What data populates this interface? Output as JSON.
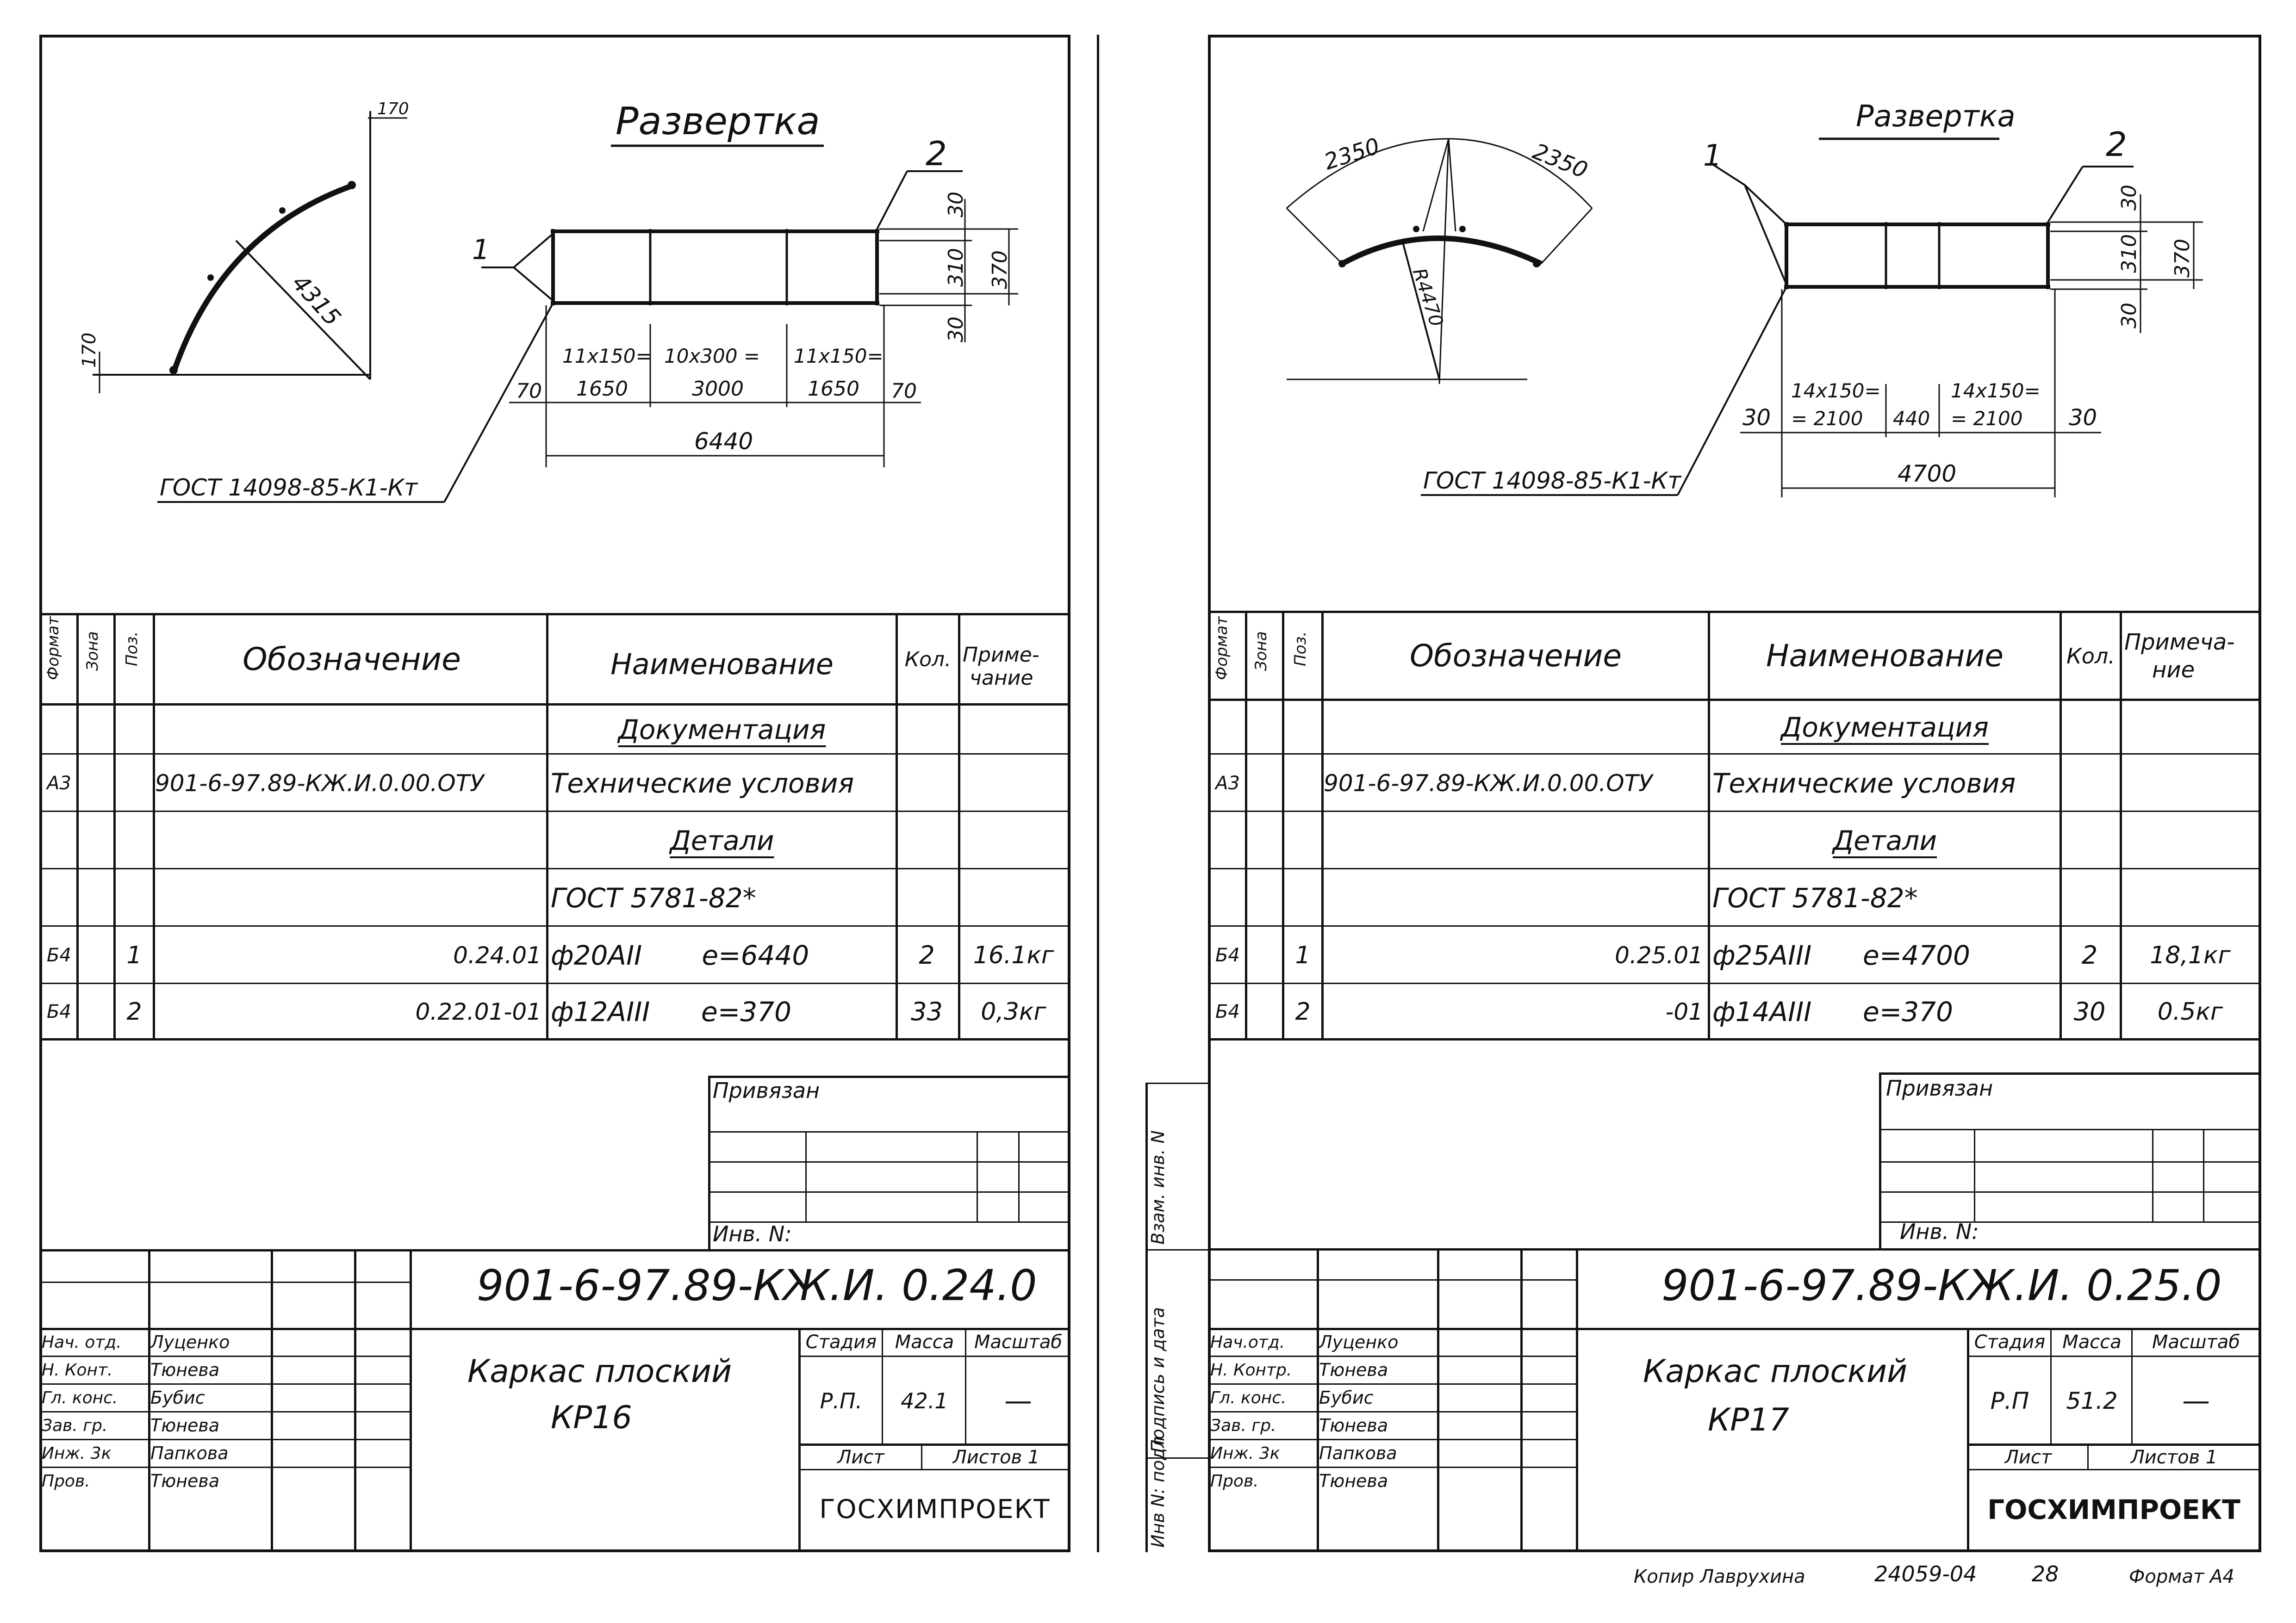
{
  "sheets": [
    {
      "drawing": {
        "title": "Развертка",
        "pos1": "1",
        "pos2": "2",
        "radius": "4315",
        "arc_top": "170",
        "arc_left": "170",
        "dim_30a": "30",
        "dim_310": "310",
        "dim_370": "370",
        "dim_30b": "30",
        "dim_70a": "70",
        "dim_70b": "70",
        "span1_top": "11x150=",
        "span1_bot": "1650",
        "span2_top": "10x300 =",
        "span2_bot": "3000",
        "span3_top": "11x150=",
        "span3_bot": "1650",
        "total": "6440",
        "weld": "ГОСТ 14098-85-К1-Кт"
      },
      "headers": {
        "format": "Формат",
        "zone": "Зона",
        "pos": "Поз.",
        "designation": "Обозначение",
        "name": "Наименование",
        "qty": "Кол.",
        "note1": "Приме-",
        "note2": "чание"
      },
      "rows": [
        {
          "fmt": "",
          "pos": "",
          "des": "",
          "name": "Документация",
          "qty": "",
          "note": "",
          "u": true
        },
        {
          "fmt": "А3",
          "pos": "",
          "des": "901-6-97.89-КЖ.И.0.00.ОТУ",
          "name": "Технические условия",
          "qty": "",
          "note": "",
          "u": false
        },
        {
          "fmt": "",
          "pos": "",
          "des": "",
          "name": "Детали",
          "qty": "",
          "note": "",
          "u": true
        },
        {
          "fmt": "",
          "pos": "",
          "des": "",
          "name": "ГОСТ 5781-82*",
          "qty": "",
          "note": "",
          "u": false
        },
        {
          "fmt": "Б4",
          "pos": "1",
          "des": "0.24.01",
          "name": "ф20АII       е=6440",
          "qty": "2",
          "note": "16.1кг",
          "u": false
        },
        {
          "fmt": "Б4",
          "pos": "2",
          "des": "0.22.01-01",
          "name": "ф12АIII      е=370",
          "qty": "33",
          "note": "0,3кг",
          "u": false
        }
      ],
      "tie": "Привязан",
      "inv": "Инв. N:",
      "code": "901-6-97.89-КЖ.И. 0.24.0",
      "title1": "Каркас плоский",
      "title2": "КР16",
      "stage_label": "Стадия",
      "mass_label": "Масса",
      "scale_label": "Масштаб",
      "stage": "Р.П.",
      "mass": "42.1",
      "scale": "—",
      "sheet_label": "Лист",
      "sheets_label": "Листов 1",
      "org": "ГОСХИМПРОЕКТ",
      "people": [
        {
          "role": "Нач. отд.",
          "name": "Луценко"
        },
        {
          "role": "Н. Конт.",
          "name": "Тюнева"
        },
        {
          "role": "Гл. конс.",
          "name": "Бубис"
        },
        {
          "role": "Зав. гр.",
          "name": "Тюнева"
        },
        {
          "role": "Инж. 3к",
          "name": "Папкова"
        },
        {
          "role": "Пров.",
          "name": "Тюнева"
        }
      ]
    },
    {
      "drawing": {
        "title": "Развертка",
        "pos1": "1",
        "pos2": "2",
        "arc_l": "2350",
        "arc_r": "2350",
        "radius": "R4470",
        "dim_30a": "30",
        "dim_310": "310",
        "dim_370": "370",
        "dim_30b": "30",
        "dim_30c": "30",
        "dim_30d": "30",
        "span1_top": "14x150=",
        "span1_bot": "= 2100",
        "span2": "440",
        "span3_top": "14x150=",
        "span3_bot": "= 2100",
        "total": "4700",
        "weld": "ГОСТ 14098-85-К1-Кт"
      },
      "headers": {
        "format": "Формат",
        "zone": "Зона",
        "pos": "Поз.",
        "designation": "Обозначение",
        "name": "Наименование",
        "qty": "Кол.",
        "note1": "Примеча-",
        "note2": "ние"
      },
      "rows": [
        {
          "fmt": "",
          "pos": "",
          "des": "",
          "name": "Документация",
          "qty": "",
          "note": "",
          "u": true
        },
        {
          "fmt": "А3",
          "pos": "",
          "des": "901-6-97.89-КЖ.И.0.00.ОТУ",
          "name": "Технические условия",
          "qty": "",
          "note": "",
          "u": false
        },
        {
          "fmt": "",
          "pos": "",
          "des": "",
          "name": "Детали",
          "qty": "",
          "note": "",
          "u": true
        },
        {
          "fmt": "",
          "pos": "",
          "des": "",
          "name": "ГОСТ 5781-82*",
          "qty": "",
          "note": "",
          "u": false
        },
        {
          "fmt": "Б4",
          "pos": "1",
          "des": "0.25.01",
          "name": "ф25АIII      е=4700",
          "qty": "2",
          "note": "18,1кг",
          "u": false
        },
        {
          "fmt": "Б4",
          "pos": "2",
          "des": "-01",
          "name": "ф14АIII      е=370",
          "qty": "30",
          "note": "0.5кг",
          "u": false
        }
      ],
      "tie": "Привязан",
      "inv": "Инв. N:",
      "code": "901-6-97.89-КЖ.И. 0.25.0",
      "title1": "Каркас плоский",
      "title2": "КР17",
      "stage_label": "Стадия",
      "mass_label": "Масса",
      "scale_label": "Масштаб",
      "stage": "Р.П",
      "mass": "51.2",
      "scale": "—",
      "sheet_label": "Лист",
      "sheets_label": "Листов 1",
      "org": "ГОСХИМПРОЕКТ",
      "people": [
        {
          "role": "Нач.отд.",
          "name": "Луценко"
        },
        {
          "role": "Н. Контр.",
          "name": "Тюнева"
        },
        {
          "role": "Гл. конс.",
          "name": "Бубис"
        },
        {
          "role": "Зав. гр.",
          "name": "Тюнева"
        },
        {
          "role": "Инж. 3к",
          "name": "Папкова"
        },
        {
          "role": "Пров.",
          "name": "Тюнева"
        }
      ]
    }
  ],
  "margin": {
    "inv": "Инв N: подл",
    "sign": "Подпись и дата",
    "swap": "Взам. инв. N"
  },
  "footer": {
    "copier": "Копир  Лаврухина",
    "num": "24059-04",
    "page": "28",
    "format": "Формат А4"
  }
}
